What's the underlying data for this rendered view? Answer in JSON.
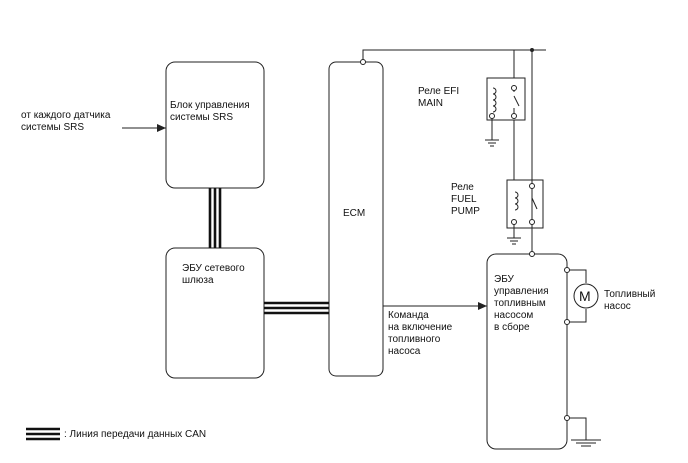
{
  "input_label": "от каждого датчика\nсистемы SRS",
  "srs_block": "Блок управления\nсистемы SRS",
  "gateway_block": "ЭБУ сетевого\nшлюза",
  "ecm_block": "ECM",
  "relay_efi": "Реле EFI\nMAIN",
  "relay_fuel_pump": "Реле\nFUEL\nPUMP",
  "fp_ecu_block": "ЭБУ\nуправления\nтопливным\nнасосом\nв сборе",
  "fuel_pump": "Топливный\nнасос",
  "motor_symbol": "M",
  "command_label": "Команда\nна включение\nтопливного\nнасоса",
  "legend": ": Линия передачи данных CAN"
}
